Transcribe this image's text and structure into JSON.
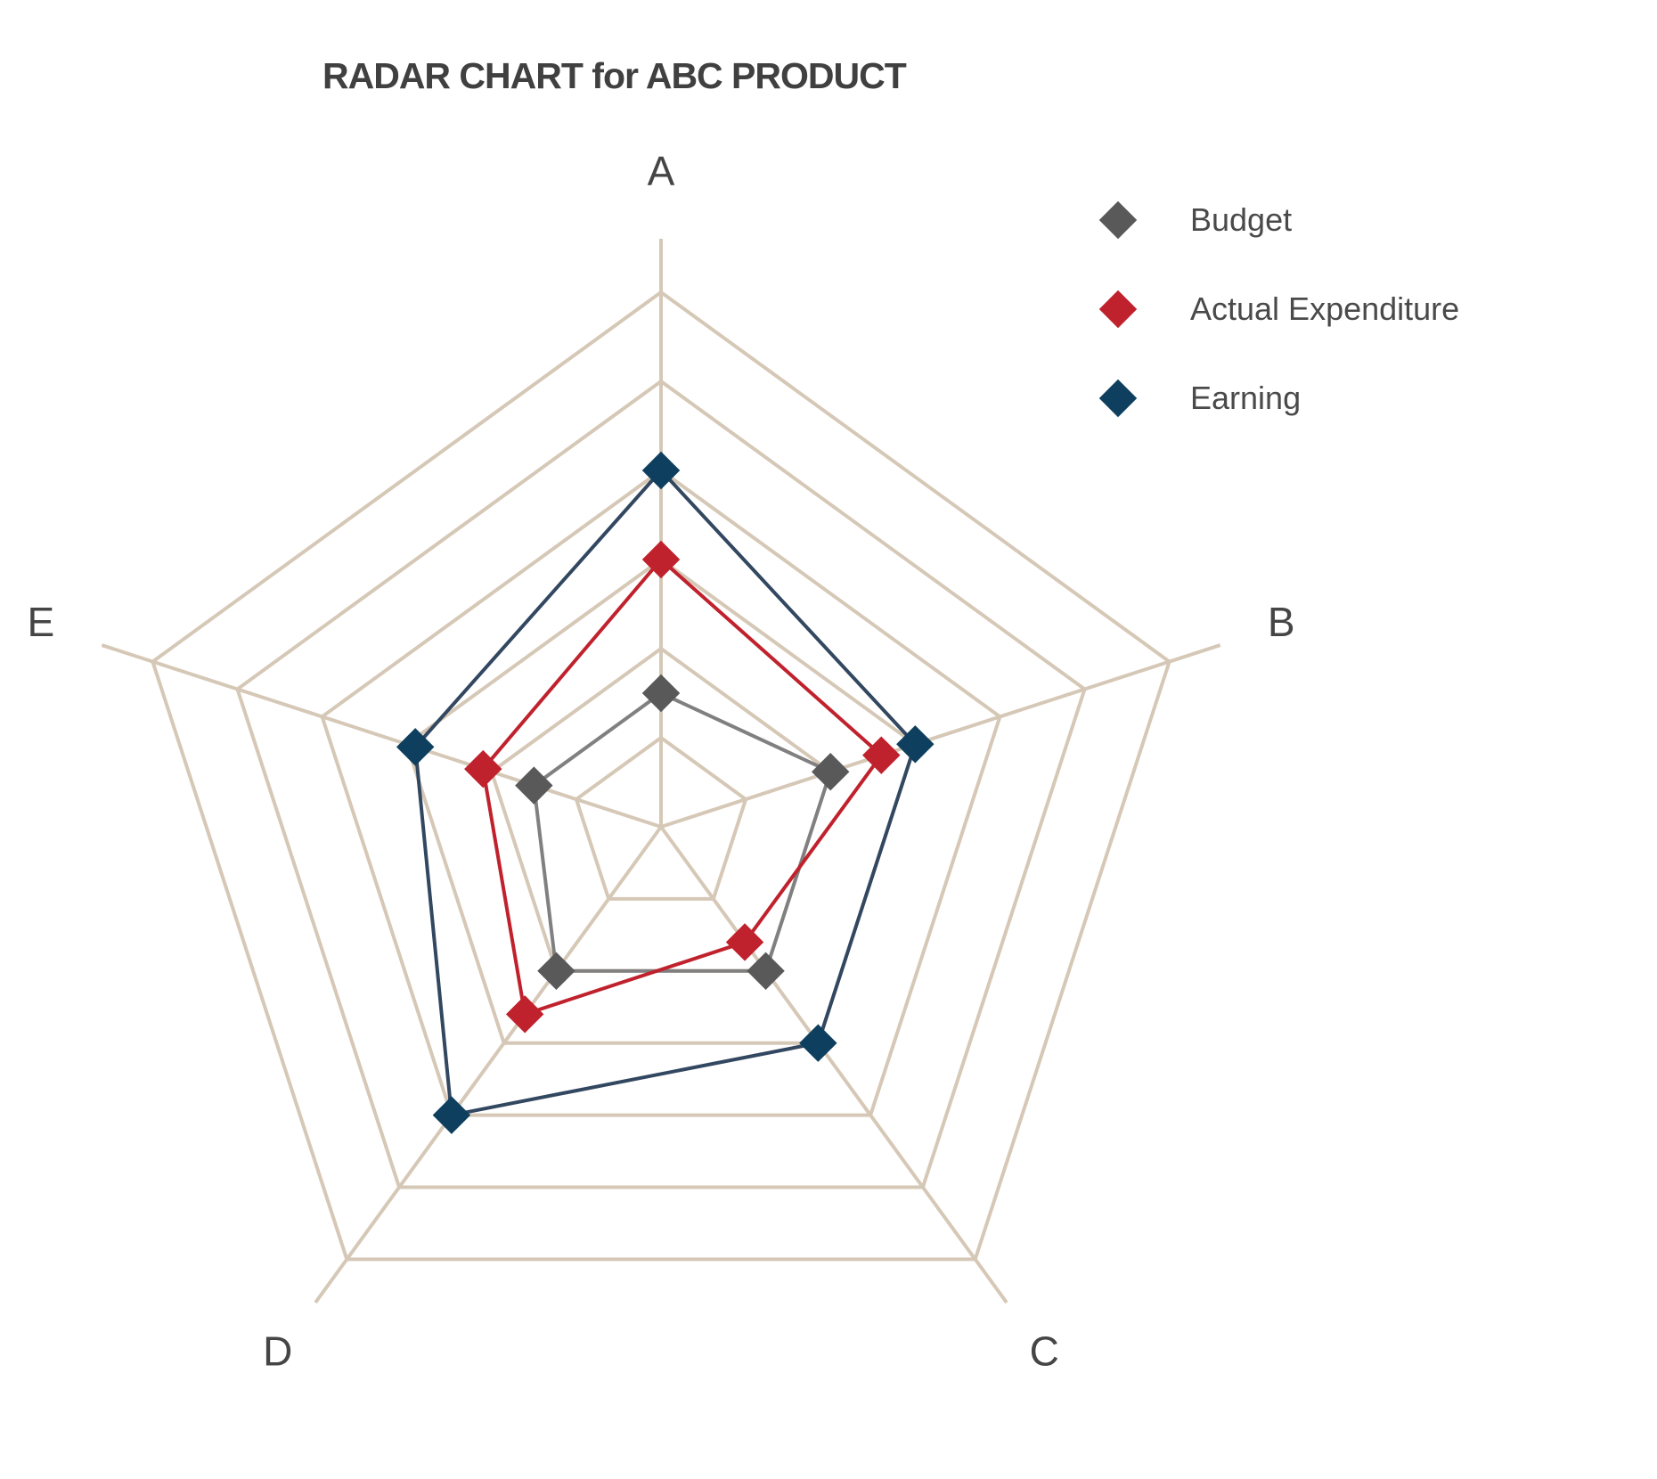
{
  "chart_data": {
    "type": "radar",
    "title": "RADAR CHART for ABC PRODUCT",
    "axes": [
      "A",
      "B",
      "C",
      "D",
      "E"
    ],
    "rlim": [
      0,
      6
    ],
    "grid": true,
    "legend_position": "top-right",
    "series": [
      {
        "name": "Budget",
        "color": "#595959",
        "line_color": "#808080",
        "values": [
          1.5,
          2.0,
          2.0,
          2.0,
          1.5
        ]
      },
      {
        "name": "Actual Expenditure",
        "color": "#c0222d",
        "line_color": "#c0222d",
        "values": [
          3.0,
          2.6,
          1.6,
          2.6,
          2.1
        ]
      },
      {
        "name": "Earning",
        "color": "#0e3f5e",
        "line_color": "#324760",
        "values": [
          4.0,
          3.0,
          3.0,
          4.0,
          2.9
        ]
      }
    ]
  }
}
